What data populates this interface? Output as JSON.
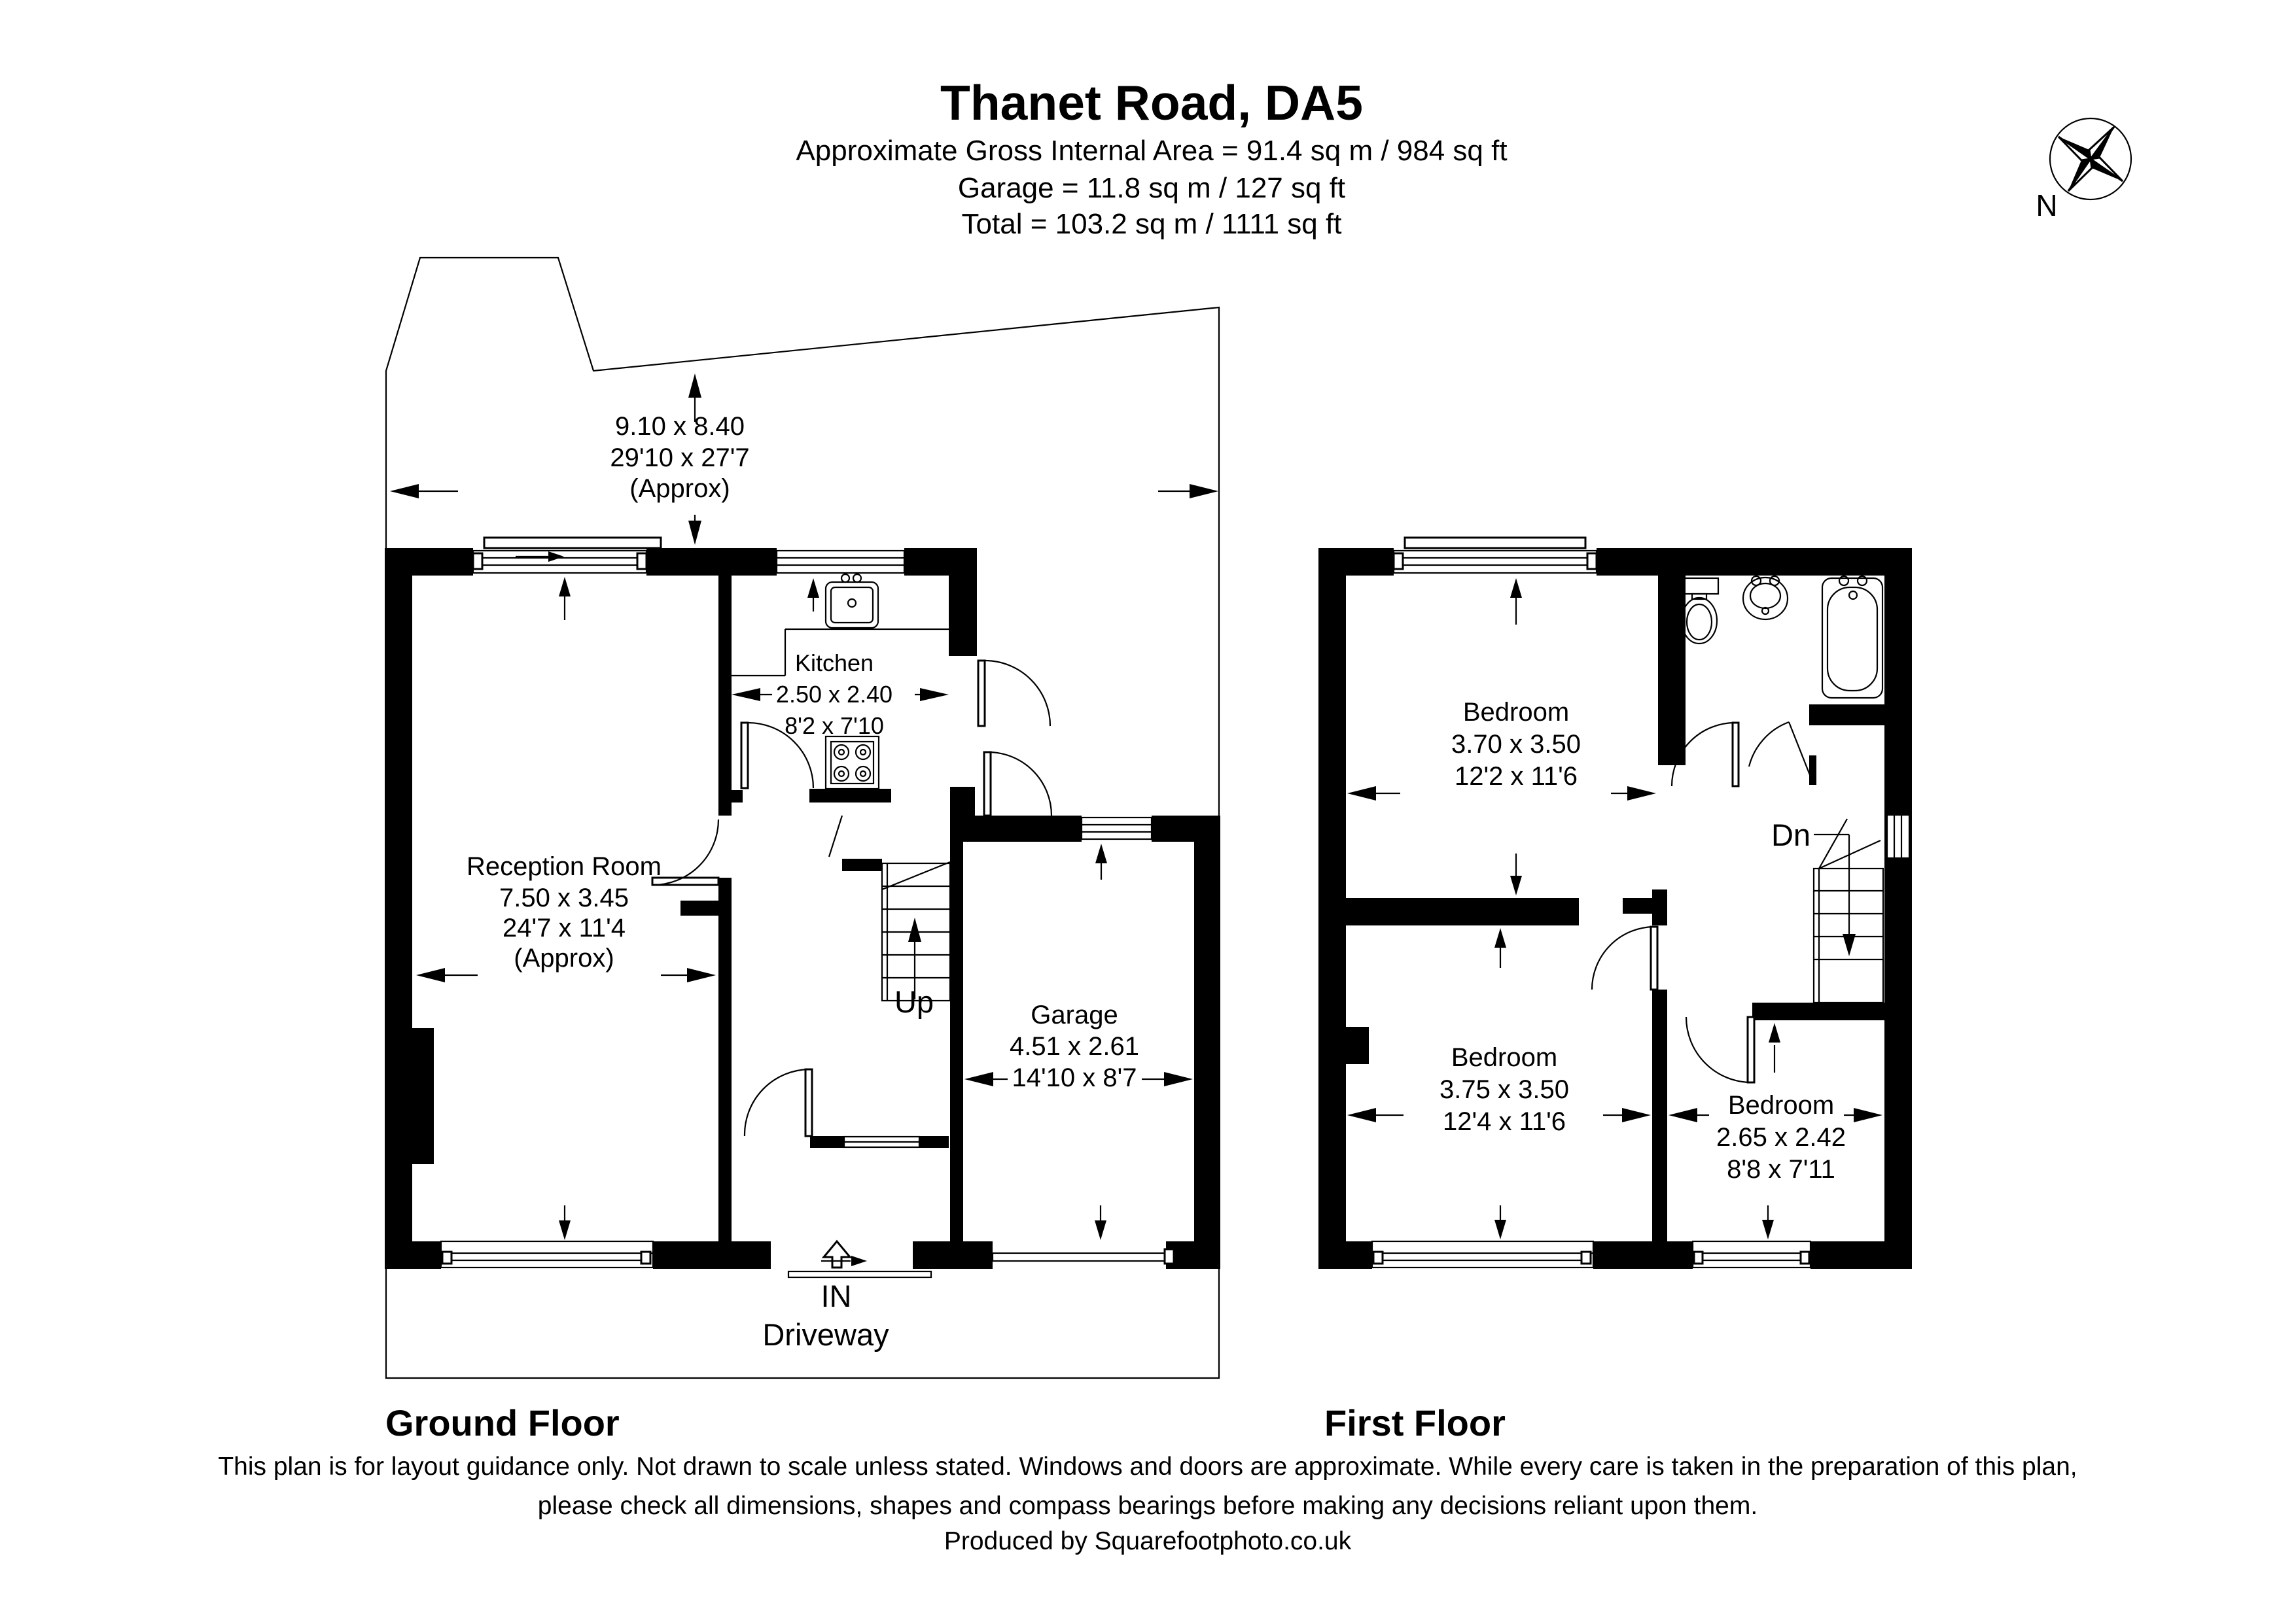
{
  "page": {
    "background": "#ffffff",
    "ink": "#000000"
  },
  "header": {
    "title": "Thanet Road, DA5",
    "area_line1": "Approximate Gross Internal Area = 91.4 sq m / 984 sq ft",
    "area_line2": "Garage = 11.8 sq m / 127 sq ft",
    "area_line3": "Total = 103.2 sq m / 1111 sq ft"
  },
  "compass": {
    "north_label": "N"
  },
  "plot": {
    "dims_m": "9.10 x 8.40",
    "dims_ft": "29'10 x 27'7",
    "approx": "(Approx)"
  },
  "ground_floor": {
    "label": "Ground Floor",
    "reception": {
      "name": "Reception Room",
      "dims_m": "7.50 x 3.45",
      "dims_ft": "24'7 x 11'4",
      "approx": "(Approx)"
    },
    "kitchen": {
      "name": "Kitchen",
      "dims_m": "2.50 x 2.40",
      "dims_ft": "8'2 x 7'10"
    },
    "garage": {
      "name": "Garage",
      "dims_m": "4.51 x 2.61",
      "dims_ft": "14'10 x 8'7"
    },
    "stairs_label": "Up",
    "entrance_label": "IN",
    "driveway_label": "Driveway"
  },
  "first_floor": {
    "label": "First Floor",
    "bedroom_front": {
      "name": "Bedroom",
      "dims_m": "3.70 x 3.50",
      "dims_ft": "12'2 x 11'6"
    },
    "bedroom_back": {
      "name": "Bedroom",
      "dims_m": "3.75 x 3.50",
      "dims_ft": "12'4 x 11'6"
    },
    "bedroom_small": {
      "name": "Bedroom",
      "dims_m": "2.65 x 2.42",
      "dims_ft": "8'8 x 7'11"
    },
    "stairs_label": "Dn"
  },
  "footer": {
    "line1": "This plan is for layout guidance only. Not drawn to scale unless stated. Windows and doors are approximate. While every care is taken in the preparation of this plan,",
    "line2": "please check all dimensions, shapes and compass bearings before making any decisions reliant upon them.",
    "line3": "Produced by Squarefootphoto.co.uk"
  }
}
